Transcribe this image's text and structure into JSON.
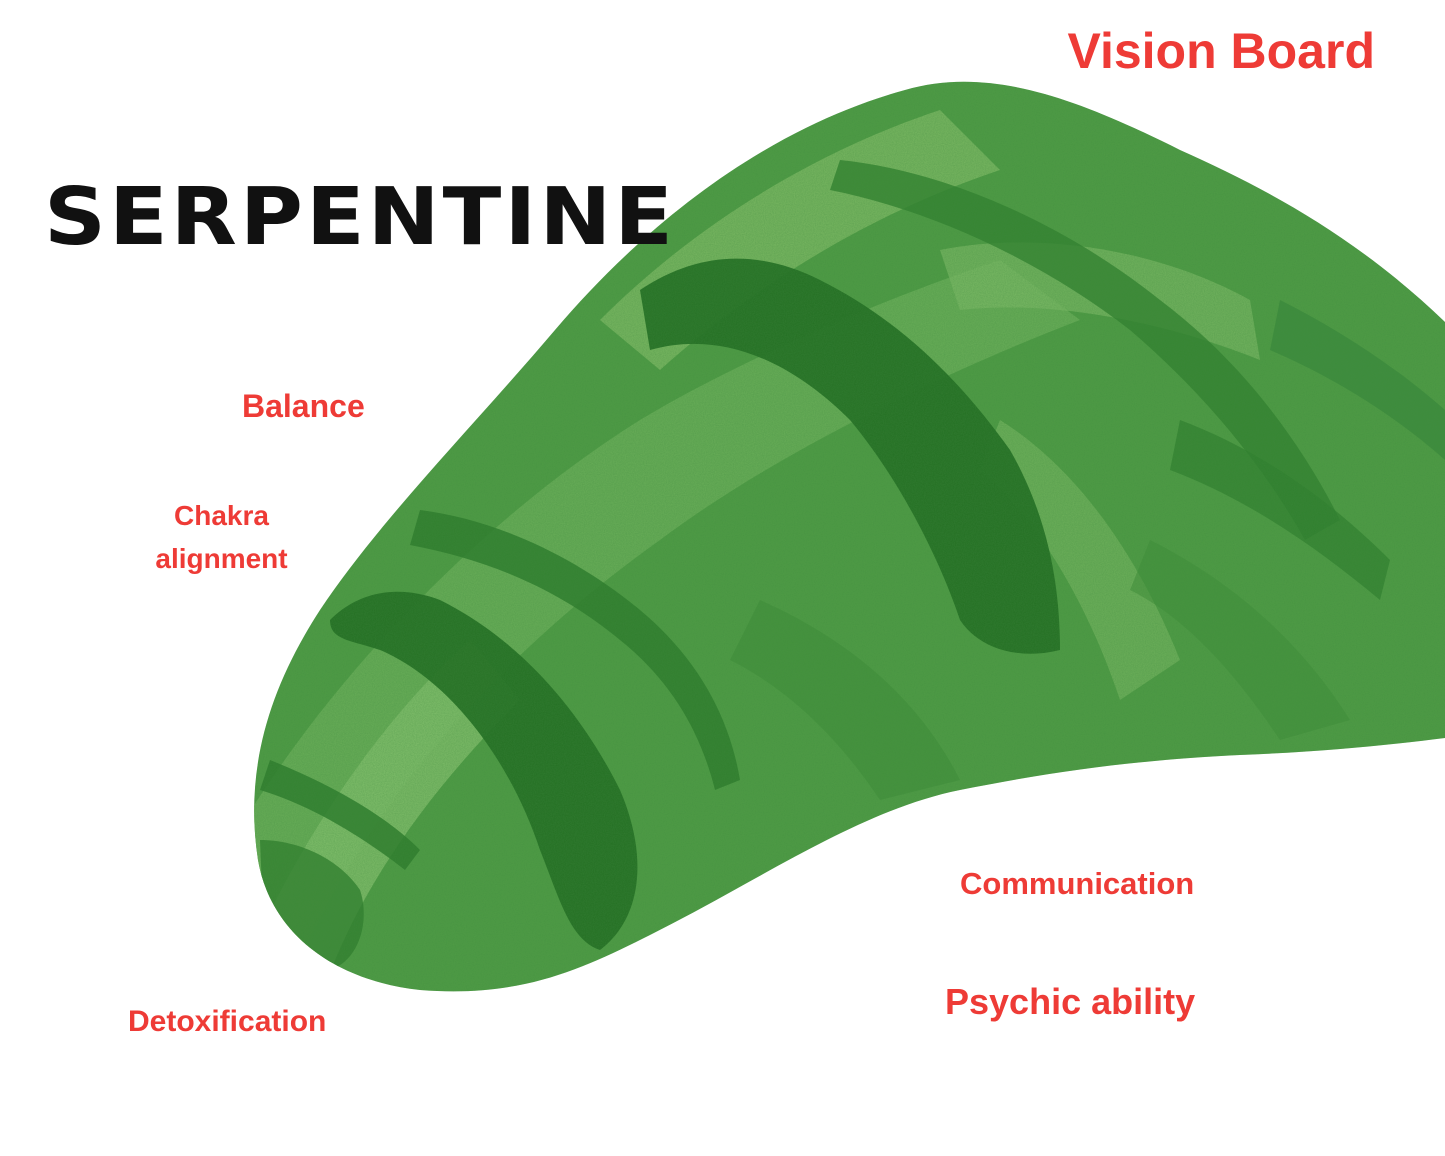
{
  "board": {
    "title": "Vision Board",
    "stone_name": "SERPENTINE"
  },
  "properties": {
    "balance": "Balance",
    "chakra_line1": "Chakra",
    "chakra_line2": "alignment",
    "detoxification": "Detoxification",
    "communication": "Communication",
    "psychic_ability": "Psychic ability"
  },
  "colors": {
    "label_red": "#ee3b36",
    "name_black": "#111111",
    "stone_base": "#4f9c45",
    "stone_light": "#86c26f",
    "stone_dark": "#226d22"
  }
}
